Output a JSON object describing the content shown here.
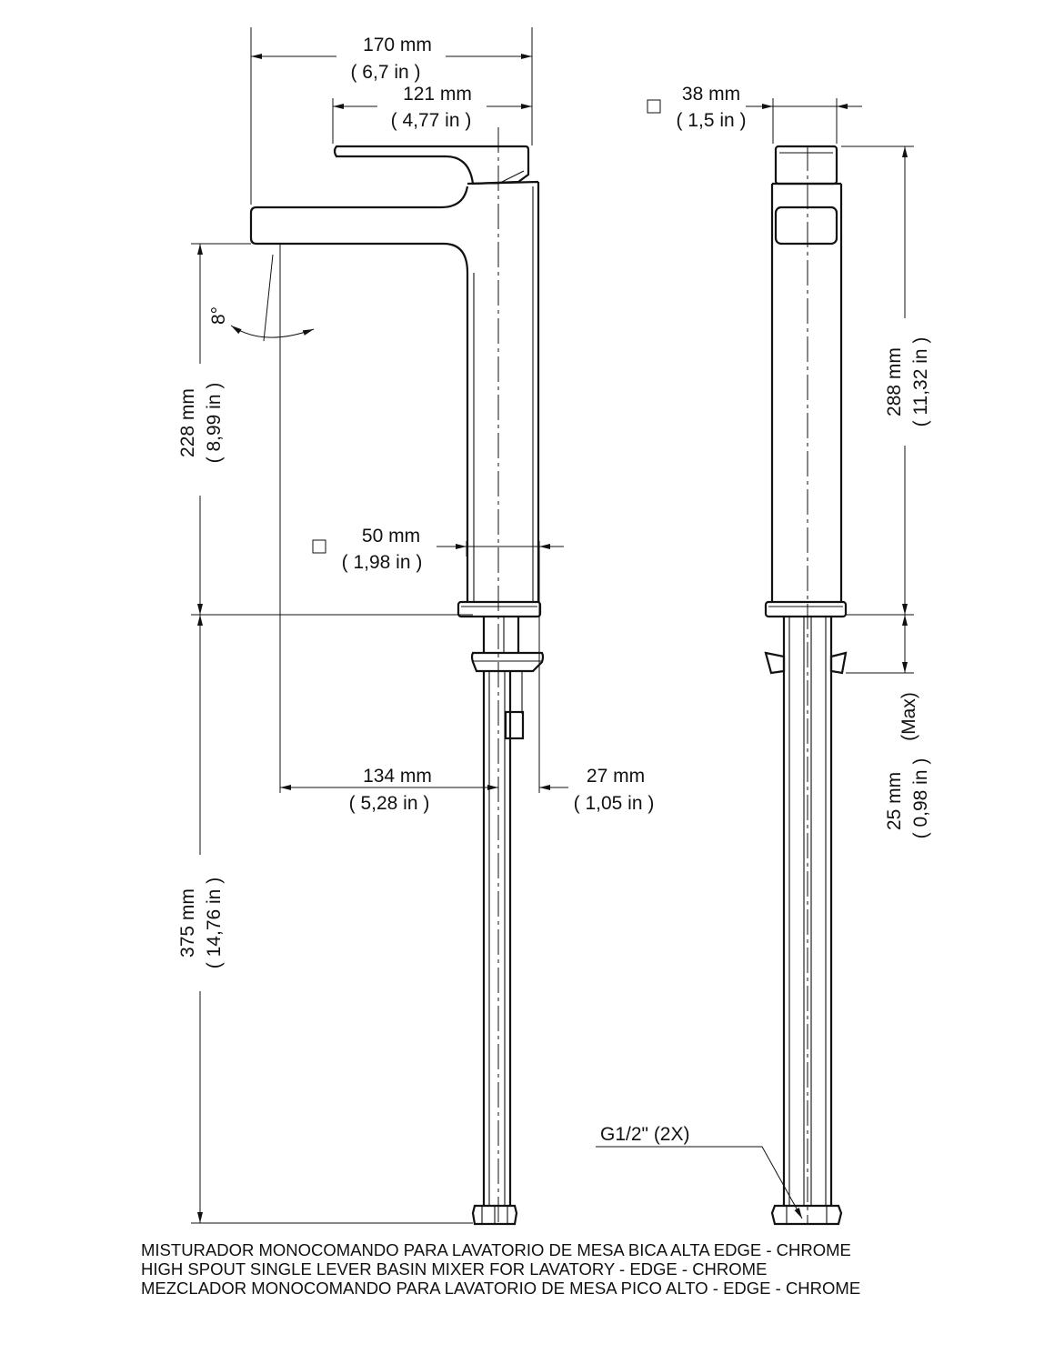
{
  "front_view": {
    "width_overall": {
      "mm": "170 mm",
      "in": "( 6,7 in )"
    },
    "lever_length": {
      "mm": "121 mm",
      "in": "( 4,77 in )"
    },
    "spout_height": {
      "mm": "228 mm",
      "in": "( 8,99 in )"
    },
    "spout_angle": "8°",
    "body_square": {
      "mm": "50 mm",
      "in": "( 1,98 in )"
    },
    "spout_reach": {
      "mm": "134 mm",
      "in": "( 5,28 in )"
    },
    "offset": {
      "mm": "27 mm",
      "in": "( 1,05 in )"
    },
    "hose_length": {
      "mm": "375 mm",
      "in": "( 14,76 in )"
    }
  },
  "side_view": {
    "lever_square": {
      "mm": "38 mm",
      "in": "( 1,5 in )"
    },
    "total_height": {
      "mm": "288 mm",
      "in": "( 11,32 in )"
    },
    "deck_thickness": {
      "mm": "25 mm",
      "note": "(Max)",
      "in": "( 0,98 in )"
    },
    "thread": "G1/2\" (2X)"
  },
  "caption": [
    "MISTURADOR MONOCOMANDO PARA LAVATORIO DE MESA BICA ALTA EDGE - CHROME",
    "HIGH SPOUT SINGLE LEVER BASIN MIXER FOR LAVATORY - EDGE - CHROME",
    "MEZCLADOR MONOCOMANDO PARA LAVATORIO DE MESA PICO ALTO - EDGE - CHROME"
  ]
}
